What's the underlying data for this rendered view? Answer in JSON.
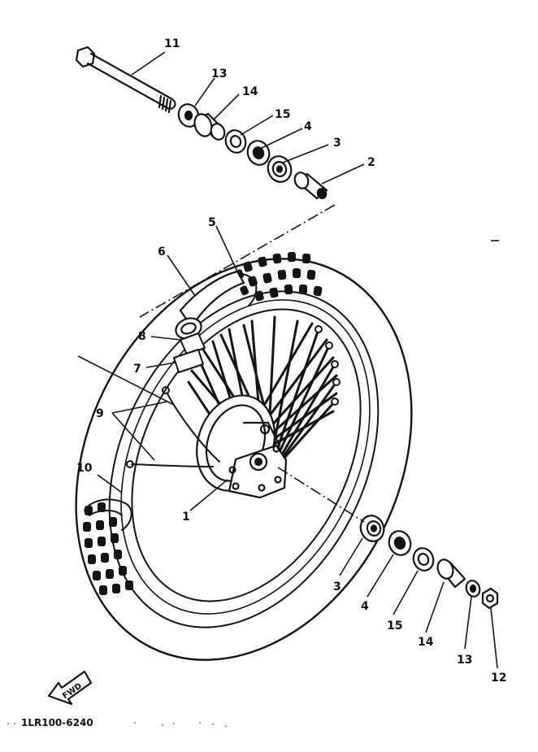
{
  "diagram": {
    "ink_color": "#141414",
    "paper_color": "#ffffff",
    "part_labels": {
      "p1": "1",
      "p2": "2",
      "p3a": "3",
      "p3b": "3",
      "p4a": "4",
      "p4b": "4",
      "p5": "5",
      "p6": "6",
      "p7": "7",
      "p8": "8",
      "p9": "9",
      "p10": "10",
      "p11": "11",
      "p12": "12",
      "p13a": "13",
      "p13b": "13",
      "p14a": "14",
      "p14b": "14",
      "p15a": "15",
      "p15b": "15"
    },
    "direction_badge": "FWD",
    "drawing_code": "1LR100-6240"
  }
}
